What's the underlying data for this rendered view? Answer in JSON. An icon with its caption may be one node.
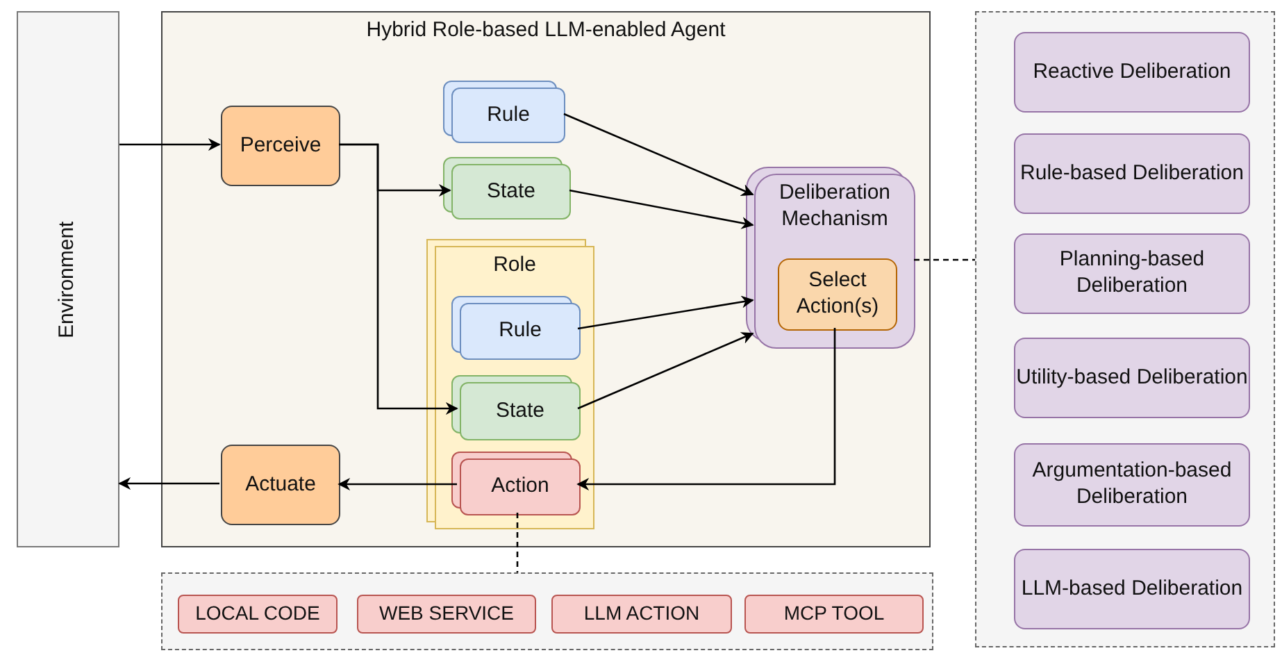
{
  "diagram": {
    "nodes": [
      {
        "text": [
          "Environment"
        ]
      },
      {
        "text": [
          "Hybrid Role-based LLM-enabled Agent"
        ]
      },
      {
        "text": [
          "Perceive"
        ],
        "in": 1
      },
      {
        "text": [
          "Rule"
        ],
        "in": 1
      },
      {
        "text": [
          "State"
        ],
        "in": 1
      },
      {
        "text": [
          "Role"
        ],
        "in": 1
      },
      {
        "text": [
          "Rule"
        ],
        "in": 5
      },
      {
        "text": [
          "State"
        ],
        "in": 5
      },
      {
        "text": [
          "Action"
        ],
        "in": 5
      },
      {
        "text": [
          "Deliberation Mechanism"
        ],
        "in": 1
      },
      {
        "text": [
          "Select Action(s)"
        ],
        "in": 9
      },
      {
        "text": [
          "Actuate"
        ],
        "in": 1
      },
      {
        "text": [],
        "shape": "box"
      },
      {
        "text": [
          "LOCAL CODE"
        ],
        "in": 12
      },
      {
        "text": [
          "WEB SERVICE"
        ],
        "in": 12
      },
      {
        "text": [
          "LLM ACTION"
        ],
        "in": 12
      },
      {
        "text": [
          "MCP TOOL"
        ],
        "in": 12
      },
      {
        "text": [],
        "shape": "box"
      },
      {
        "text": [
          "Reactive Deliberation"
        ],
        "in": 17
      },
      {
        "text": [
          "Rule-based Deliberation"
        ],
        "in": 17
      },
      {
        "text": [
          "Planning-based Deliberation"
        ],
        "in": 17
      },
      {
        "text": [
          "Utility-based Deliberation"
        ],
        "in": 17
      },
      {
        "text": [
          "Argumentation-based Deliberation"
        ],
        "in": 17
      },
      {
        "text": [
          "LLM-based Deliberation"
        ],
        "in": 17
      }
    ],
    "edges": [
      {
        "from": 0,
        "to": 2,
        "arrow": "to"
      },
      {
        "from": 2,
        "to": 4,
        "arrow": "to"
      },
      {
        "from": 2,
        "to": 7,
        "arrow": "to"
      },
      {
        "from": 3,
        "to": 9,
        "arrow": "to"
      },
      {
        "from": 4,
        "to": 9,
        "arrow": "to"
      },
      {
        "from": 6,
        "to": 9,
        "arrow": "to"
      },
      {
        "from": 7,
        "to": 9,
        "arrow": "to"
      },
      {
        "from": 10,
        "to": 8,
        "arrow": "to"
      },
      {
        "from": 8,
        "to": 11,
        "arrow": "to"
      },
      {
        "from": 11,
        "to": 0,
        "arrow": "to"
      },
      {
        "from": 8,
        "to": 12,
        "arrow": "none",
        "style": "dashed"
      },
      {
        "from": 9,
        "to": 17,
        "arrow": "none",
        "style": "dashed"
      }
    ]
  }
}
